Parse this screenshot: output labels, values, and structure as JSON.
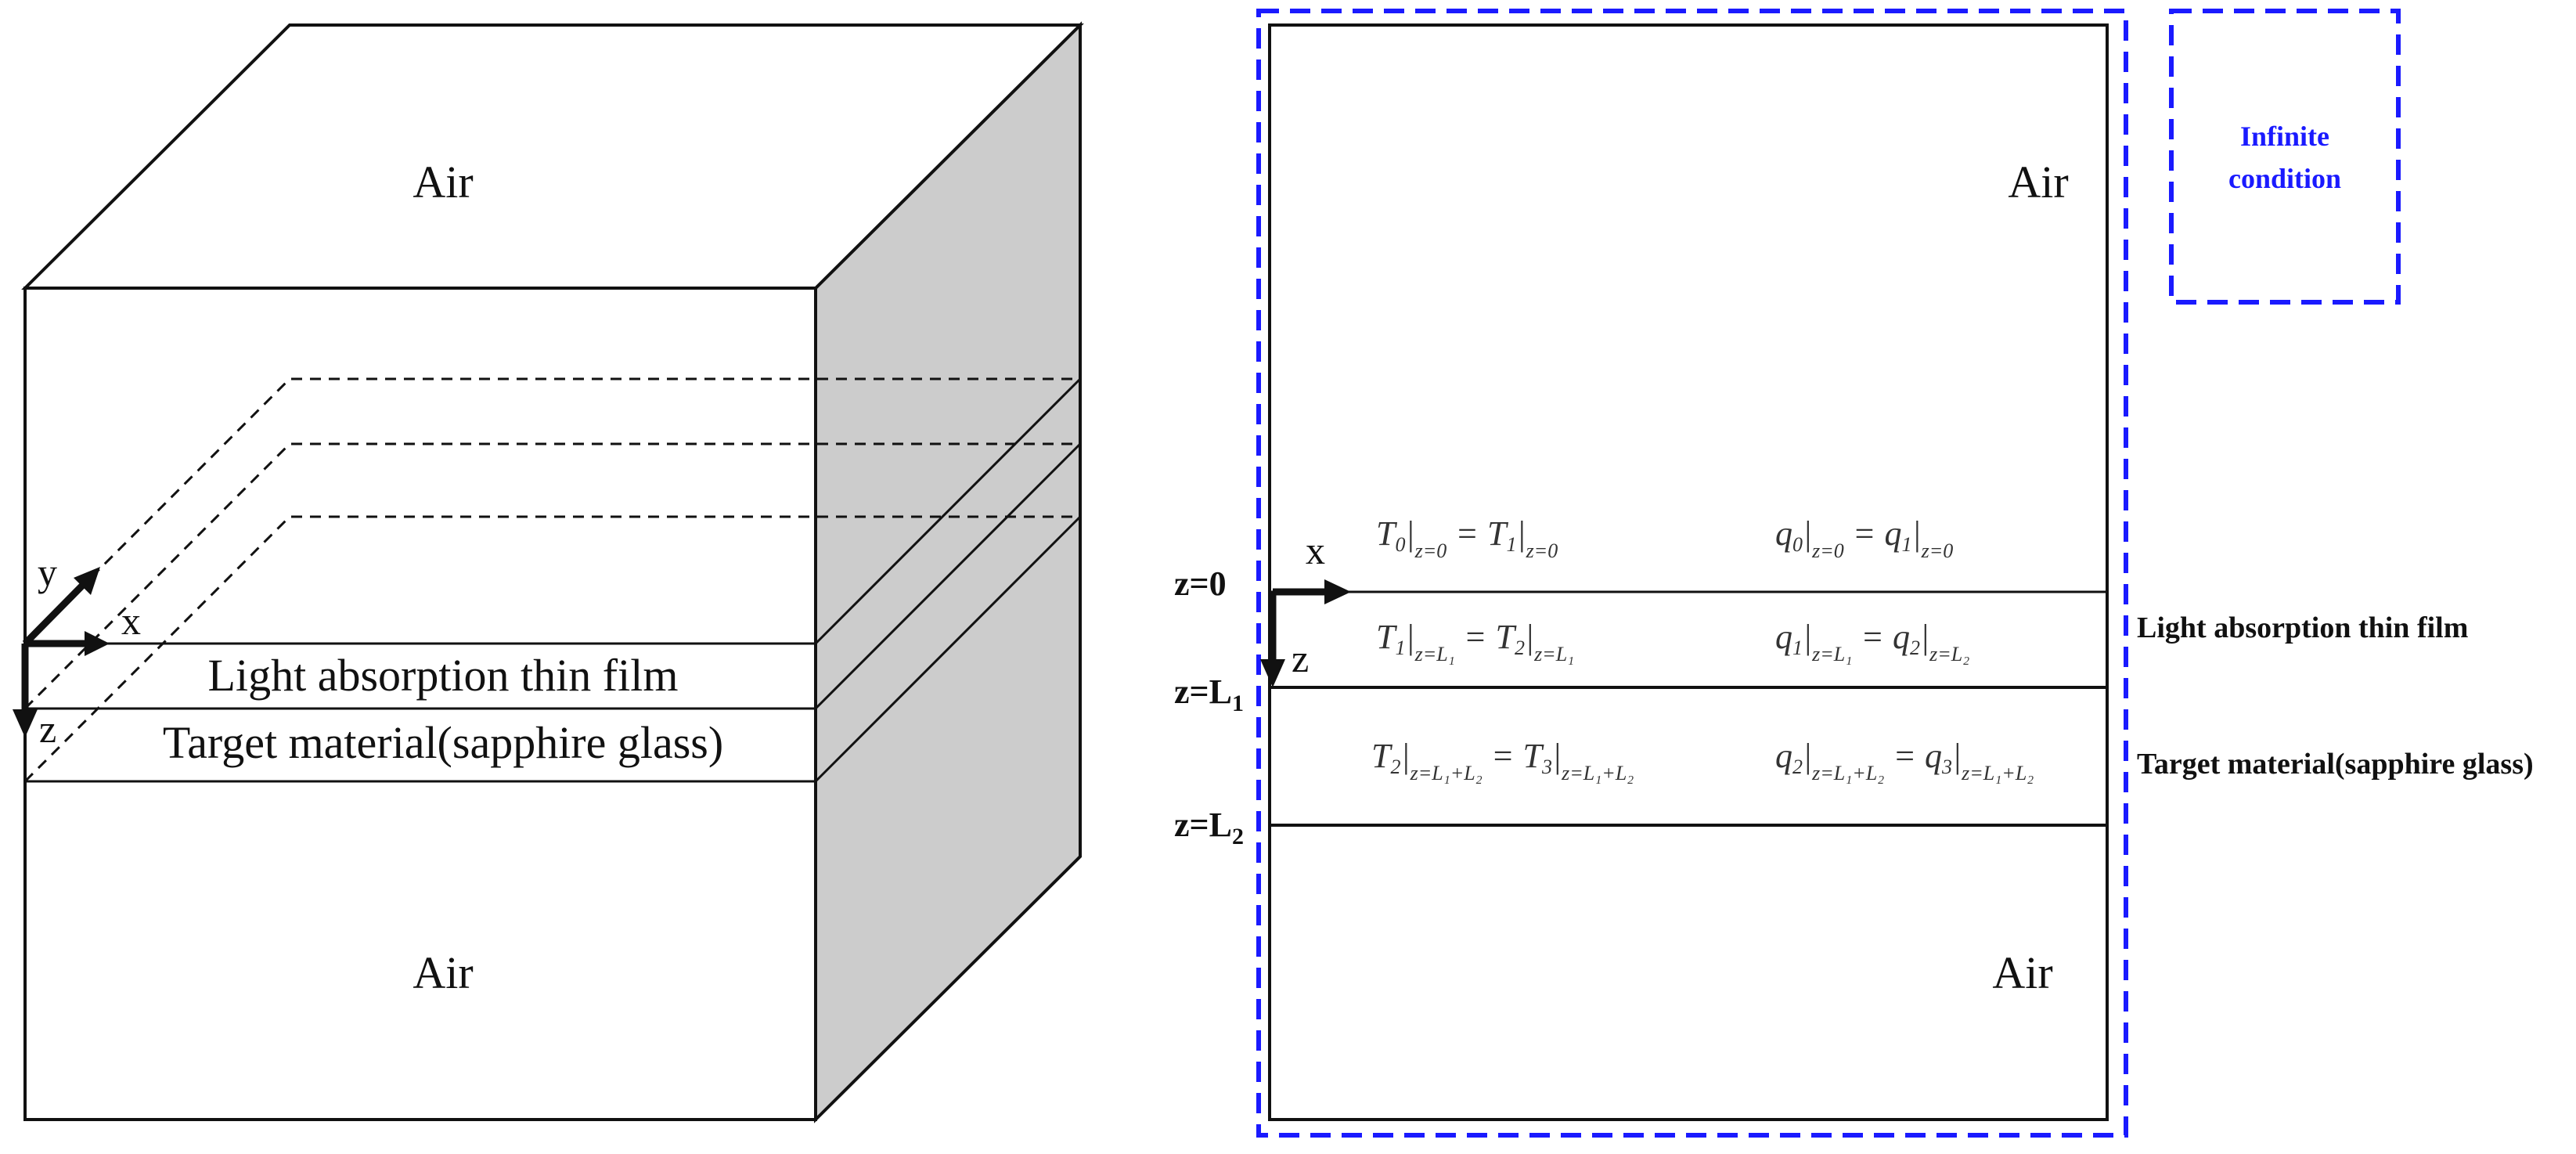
{
  "left_diagram": {
    "top_label": "Air",
    "bottom_label": "Air",
    "film_label": "Light absorption thin film",
    "target_label": "Target material(sapphire glass)",
    "axes": {
      "x": "x",
      "y": "y",
      "z": "z"
    }
  },
  "right_diagram": {
    "top_label": "Air",
    "bottom_label": "Air",
    "axes": {
      "x": "x",
      "z": "z"
    },
    "z_labels": {
      "z0": "z=0",
      "zL1": "z=L",
      "zL1_sub": "1",
      "zL2": "z=L",
      "zL2_sub": "2"
    },
    "side_labels": {
      "film": "Light absorption thin film",
      "target": "Target material(sapphire glass)"
    },
    "equations": {
      "row1_left": {
        "a": "T",
        "a_sub": "0",
        "a_cond": "z=0",
        "op": "=",
        "b": "T",
        "b_sub": "1",
        "b_cond": "z=0"
      },
      "row1_right": {
        "a": "q",
        "a_sub": "0",
        "a_cond": "z=0",
        "op": "=",
        "b": "q",
        "b_sub": "1",
        "b_cond": "z=0"
      },
      "row2_left": {
        "a": "T",
        "a_sub": "1",
        "a_cond": "z=L₁",
        "op": "=",
        "b": "T",
        "b_sub": "2",
        "b_cond": "z=L₁"
      },
      "row2_right": {
        "a": "q",
        "a_sub": "1",
        "a_cond": "z=L₁",
        "op": "=",
        "b": "q",
        "b_sub": "2",
        "b_cond": "z=L₂"
      },
      "row3_left": {
        "a": "T",
        "a_sub": "2",
        "a_cond": "z=L₁+L₂",
        "op": "=",
        "b": "T",
        "b_sub": "3",
        "b_cond": "z=L₁+L₂"
      },
      "row3_right": {
        "a": "q",
        "a_sub": "2",
        "a_cond": "z=L₁+L₂",
        "op": "=",
        "b": "q",
        "b_sub": "3",
        "b_cond": "z=L₁+L₂"
      }
    }
  },
  "legend_box": {
    "line1": "Infinite",
    "line2": "condition"
  },
  "colors": {
    "boundary": "#1a1aff",
    "side_face": "#cccccc",
    "line": "#111111"
  }
}
